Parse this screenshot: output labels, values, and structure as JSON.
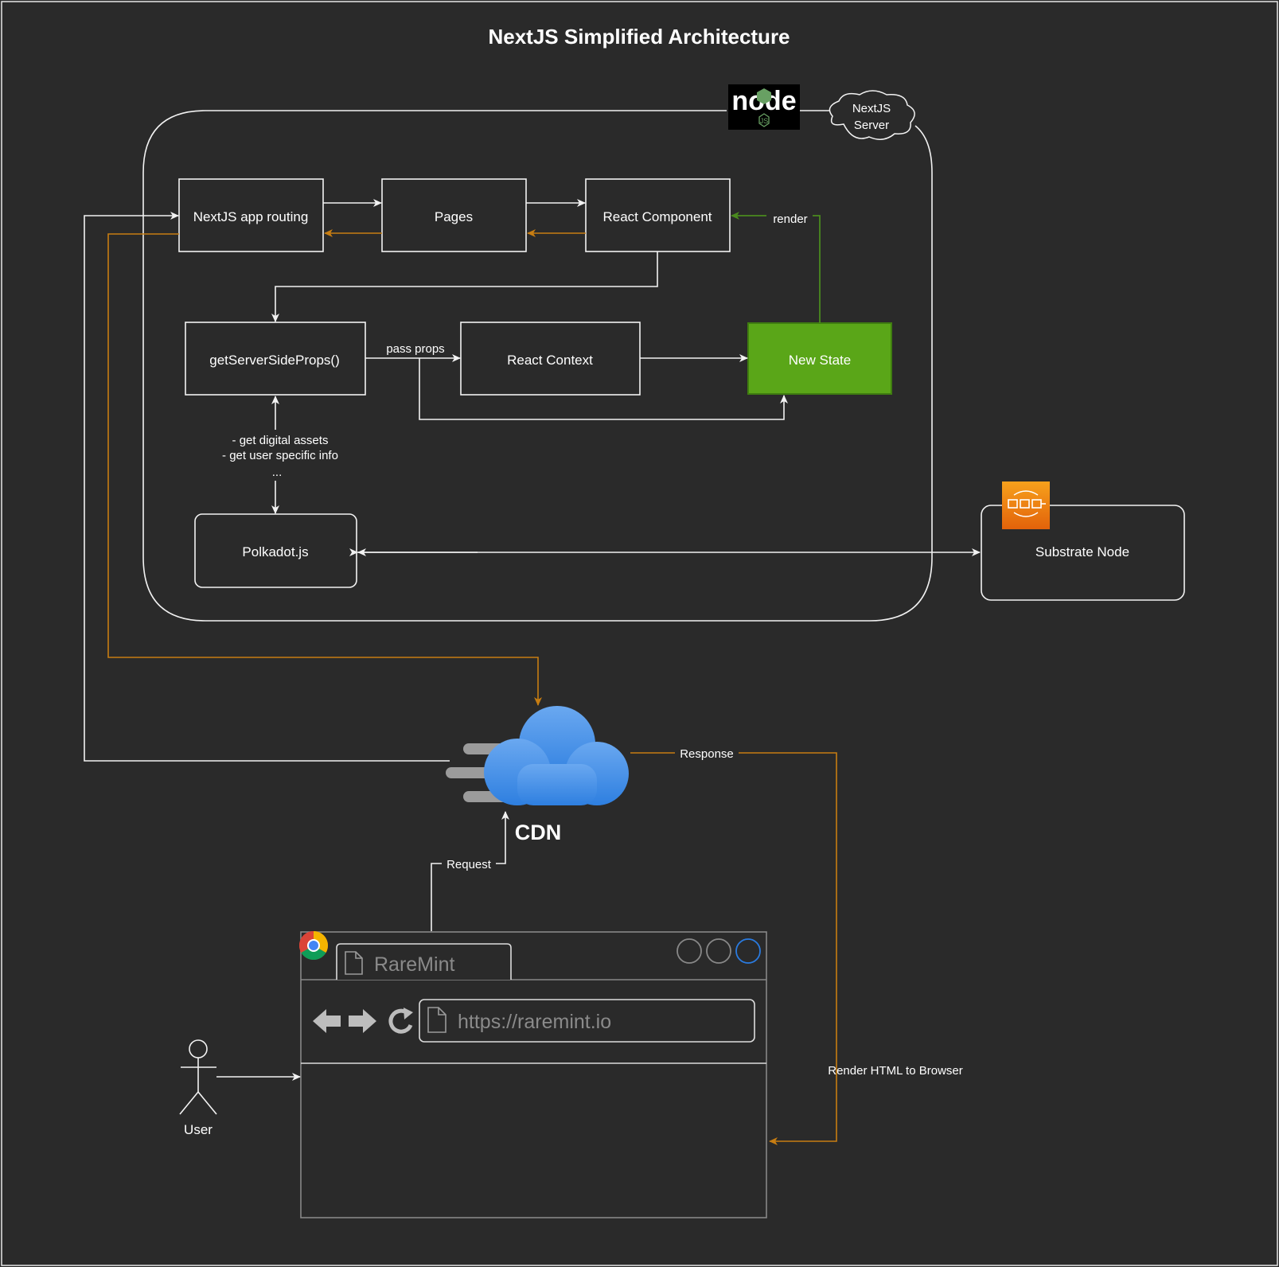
{
  "title": "NextJS Simplified Architecture",
  "server": {
    "cloud_label": [
      "NextJS",
      "Server"
    ],
    "logo_text": "node",
    "logo_badge": "JS"
  },
  "boxes": {
    "routing": "NextJS app routing",
    "pages": "Pages",
    "react_component": "React Component",
    "get_server_side_props": "getServerSideProps()",
    "react_context": "React Context",
    "new_state": "New State",
    "polkadot": "Polkadot.js",
    "substrate": "Substrate Node"
  },
  "edge_labels": {
    "render": "render",
    "pass_props": "pass props",
    "assets_lines": [
      "- get digital assets",
      "- get user specific info",
      "..."
    ],
    "response": "Response",
    "request": "Request",
    "render_html": "Render HTML to Browser"
  },
  "cdn": {
    "label": "CDN"
  },
  "browser": {
    "tab_title": "RareMint",
    "url": "https://raremint.io"
  },
  "user": {
    "label": "User"
  },
  "colors": {
    "background": "#2a2a2a",
    "line": "#f2f2f2",
    "orange_flow": "#c77d12",
    "green_flow": "#4a8a1e",
    "new_state_fill": "#5aa618",
    "cdn_cloud": "#4a90e2",
    "substrate_badge": "#f08a12"
  }
}
